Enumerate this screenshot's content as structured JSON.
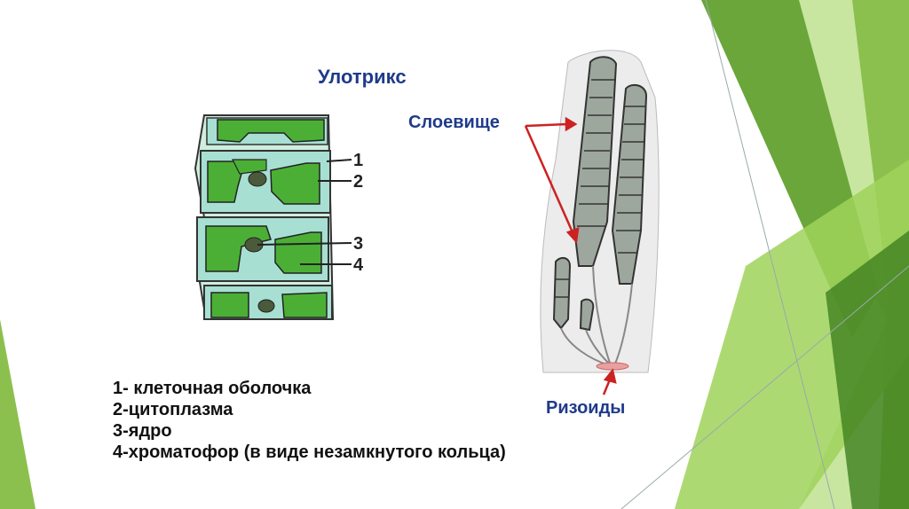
{
  "title": "Улотрикс",
  "labels": {
    "thallus": "Слоевище",
    "rhizoids": "Ризоиды"
  },
  "cell_markers": [
    "1",
    "2",
    "3",
    "4"
  ],
  "legend": [
    "1- клеточная оболочка",
    "2-цитоплазма",
    "3-ядро",
    "4-хроматофор (в виде незамкнутого кольца)"
  ],
  "colors": {
    "title": "#1f3a8a",
    "arrow": "#cc2222",
    "chromatophore": "#4caf35",
    "cytoplasm": "#a8dfd3",
    "theme_green_light": "#b8dd7a",
    "theme_green_dark": "#4f8f2a"
  }
}
